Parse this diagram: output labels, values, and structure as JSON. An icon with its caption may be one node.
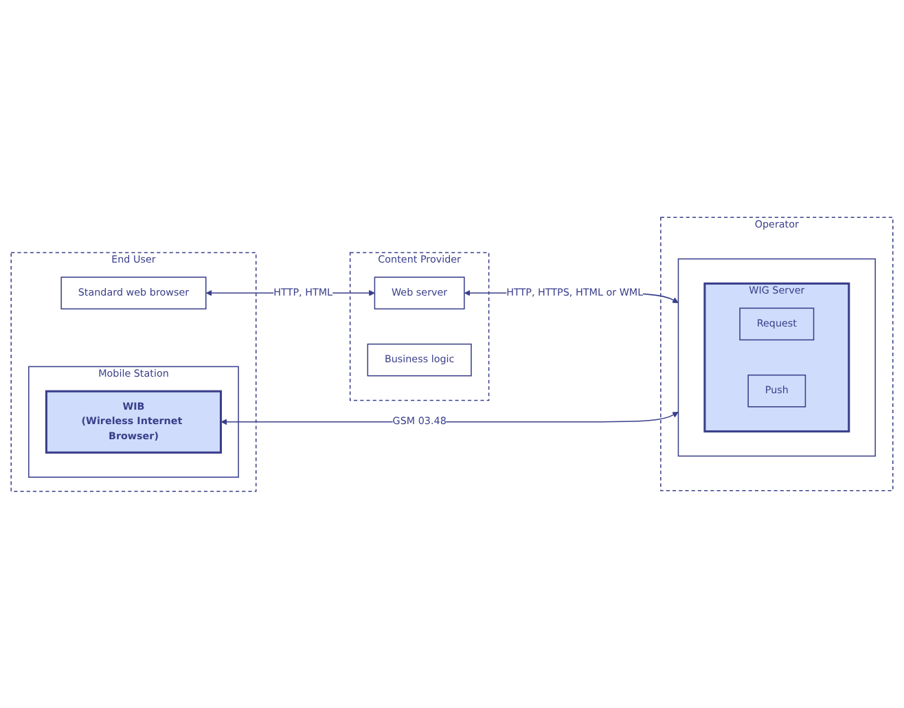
{
  "diagram": {
    "nodes": [
      {
        "text": [
          "End User"
        ]
      },
      {
        "text": [
          "Standard web browser"
        ],
        "in": 0
      },
      {
        "text": [
          "Mobile Station"
        ],
        "in": 0
      },
      {
        "text": [
          "WIB",
          "(Wireless Internet Browser)"
        ],
        "in": 2
      },
      {
        "text": [
          "Content Provider"
        ]
      },
      {
        "text": [
          "Web server"
        ],
        "in": 4
      },
      {
        "text": [
          "Business logic"
        ],
        "in": 4
      },
      {
        "text": [
          "Operator"
        ]
      },
      {
        "text": [],
        "shape": "box",
        "in": 7
      },
      {
        "text": [
          "WIG Server"
        ],
        "in": 8
      },
      {
        "text": [
          "Request"
        ],
        "in": 9
      },
      {
        "text": [
          "Push"
        ],
        "in": 9
      }
    ],
    "edges": [
      {
        "from": 1,
        "to": 5,
        "arrow": "both",
        "label": "HTTP, HTML"
      },
      {
        "from": 5,
        "to": 8,
        "arrow": "both",
        "label": "HTTP, HTTPS, HTML or WML"
      },
      {
        "from": 3,
        "to": 8,
        "arrow": "both",
        "label": "GSM 03.48"
      }
    ]
  }
}
